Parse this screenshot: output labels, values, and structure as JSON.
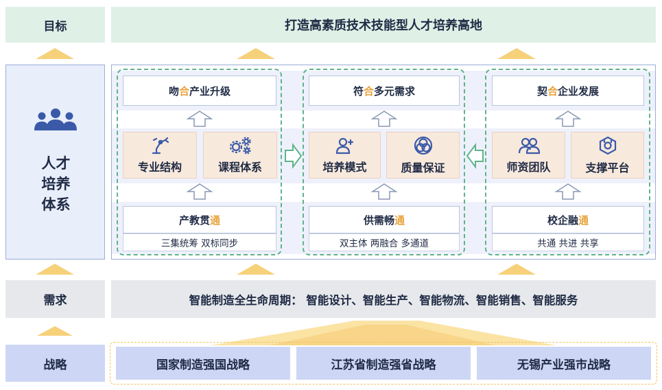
{
  "rows": {
    "goal": {
      "label": "目标",
      "text": "打造高素质技术技能型人才培养高地"
    },
    "system": {
      "label_lines": [
        "人才",
        "培养",
        "体系"
      ]
    },
    "demand": {
      "label": "需求",
      "text": "智能制造全生命周期： 智能设计、智能生产、智能物流、智能销售、智能服务"
    },
    "strategy": {
      "label": "战略",
      "items": [
        "国家制造强国战略",
        "江苏省制造强省战略",
        "无锡产业强市战略"
      ]
    }
  },
  "columns": [
    {
      "top": {
        "pre": "吻",
        "hl": "合",
        "post": "产业升级"
      },
      "items": [
        {
          "label": "专业结构",
          "icon": "robot-arm-icon"
        },
        {
          "label": "课程体系",
          "icon": "gears-icon"
        }
      ],
      "bottom": {
        "pre": "产教贯",
        "hl": "通"
      },
      "sub": "三集统筹  双标同步"
    },
    {
      "top": {
        "pre": "符",
        "hl": "合",
        "post": "多元需求"
      },
      "items": [
        {
          "label": "培养模式",
          "icon": "user-plus-icon"
        },
        {
          "label": "质量保证",
          "icon": "quality-circles-icon"
        }
      ],
      "bottom": {
        "pre": "供需畅",
        "hl": "通"
      },
      "sub": "双主体 两融合 多通道"
    },
    {
      "top": {
        "pre": "契",
        "hl": "合",
        "post": "企业发展"
      },
      "items": [
        {
          "label": "师资团队",
          "icon": "team-icon"
        },
        {
          "label": "支撑平台",
          "icon": "platform-icon"
        }
      ],
      "bottom": {
        "pre": "校企融",
        "hl": "通"
      },
      "sub": "共通 共进 共享"
    }
  ],
  "icons": {
    "people": "people-group-icon",
    "arrow_up": "arrow-up-icon",
    "arrow_right": "arrow-right-icon",
    "arrow_left": "arrow-left-icon"
  },
  "colors": {
    "goal_bg": "#dff0e6",
    "demand_bg": "#e6e8eb",
    "strategy_bg": "#cdd7f5",
    "column_border": "#5fb38a",
    "highlight": "#e8a33c",
    "arrow": "#f6d17a",
    "icon": "#3a5aa8"
  }
}
